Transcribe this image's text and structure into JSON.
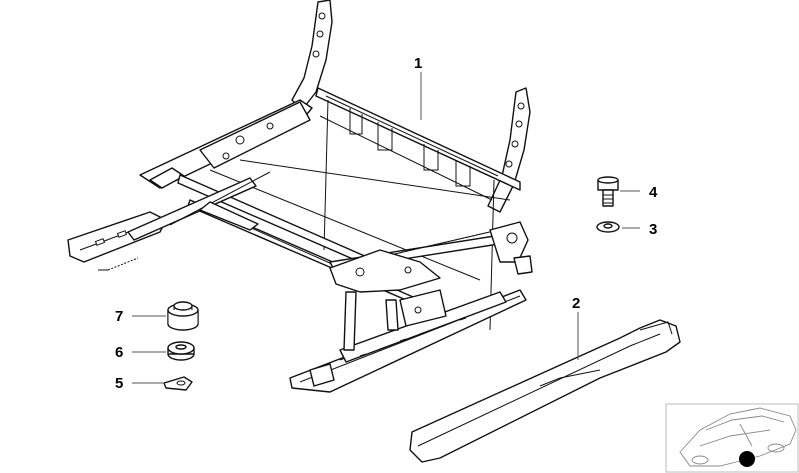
{
  "diagram": {
    "callouts": [
      {
        "id": "1",
        "label": "1"
      },
      {
        "id": "2",
        "label": "2"
      },
      {
        "id": "3",
        "label": "3"
      },
      {
        "id": "4",
        "label": "4"
      },
      {
        "id": "5",
        "label": "5"
      },
      {
        "id": "6",
        "label": "6"
      },
      {
        "id": "7",
        "label": "7"
      }
    ],
    "parts": [
      {
        "callout": "1",
        "kind": "seat-frame"
      },
      {
        "callout": "2",
        "kind": "side-trim-cover"
      },
      {
        "callout": "3",
        "kind": "washer"
      },
      {
        "callout": "4",
        "kind": "bolt"
      },
      {
        "callout": "5",
        "kind": "clip"
      },
      {
        "callout": "6",
        "kind": "grommet"
      },
      {
        "callout": "7",
        "kind": "rubber-buffer"
      }
    ],
    "colors": {
      "line": "#111111",
      "background": "#ffffff",
      "marker": "#000000"
    }
  }
}
